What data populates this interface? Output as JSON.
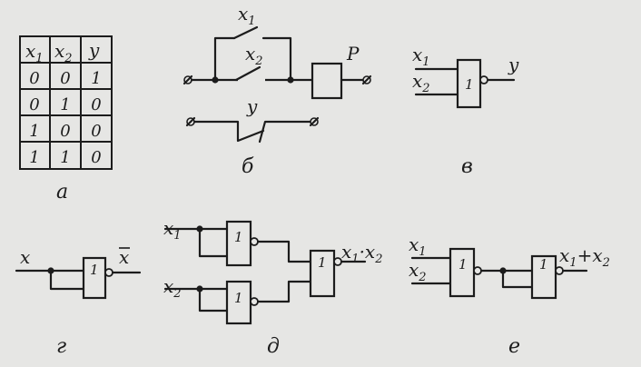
{
  "truth_table": {
    "headers": [
      {
        "main": "x",
        "sub": "1"
      },
      {
        "main": "x",
        "sub": "2"
      },
      {
        "main": "y",
        "sub": ""
      }
    ],
    "rows": [
      [
        "0",
        "0",
        "1"
      ],
      [
        "0",
        "1",
        "0"
      ],
      [
        "1",
        "0",
        "0"
      ],
      [
        "1",
        "1",
        "0"
      ]
    ]
  },
  "captions": {
    "a": "а",
    "b": "б",
    "v": "в",
    "g": "г",
    "d": "д",
    "e": "е"
  },
  "relay_circuit": {
    "x": "x",
    "one": "1",
    "two": "2",
    "relay": "P",
    "y": "y"
  },
  "nor_gate": {
    "x": "x",
    "one": "1",
    "two": "2",
    "gate": "1",
    "out": "y"
  },
  "inverter": {
    "in": "x",
    "gate": "1",
    "out": "x"
  },
  "and_circuit": {
    "x": "x",
    "one": "1",
    "two": "2",
    "gate": "1",
    "dot": "·",
    "plus": "+"
  },
  "or_circuit": {
    "x": "x",
    "one": "1",
    "two": "2",
    "gate": "1",
    "plus": "+"
  }
}
